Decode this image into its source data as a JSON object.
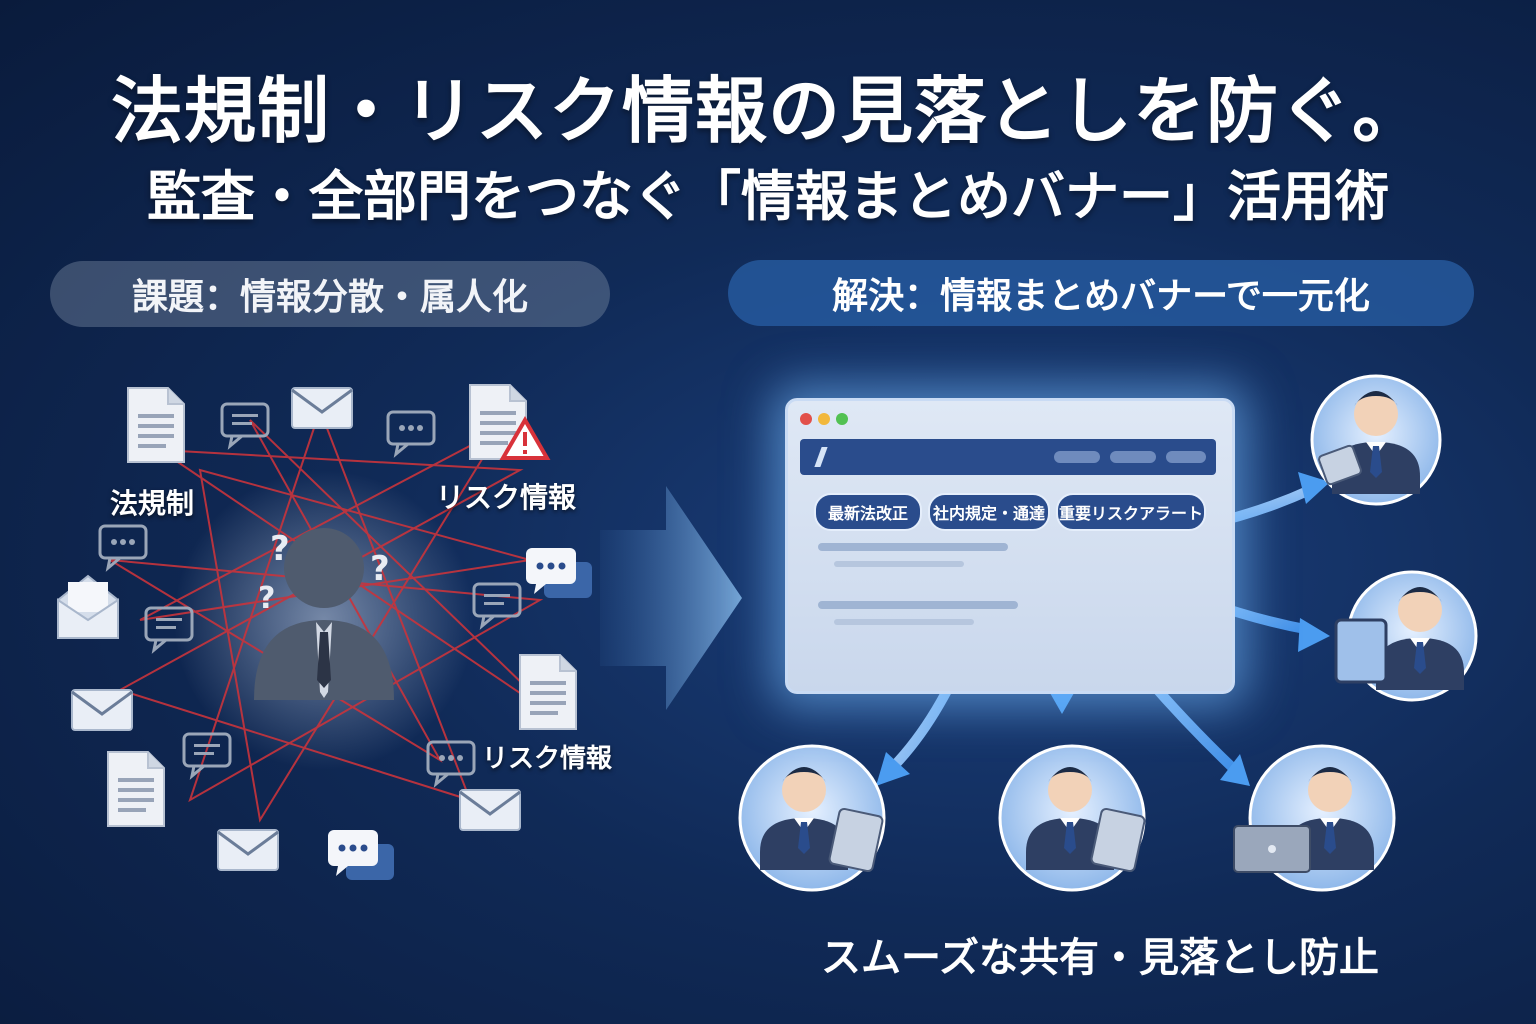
{
  "header": {
    "title": "法規制・リスク情報の見落としを防ぐ。",
    "subtitle": "監査・全部門をつなぐ「情報まとめバナー」活用術"
  },
  "left_panel": {
    "heading": "課題：情報分散・属人化",
    "labels": [
      "法規制",
      "リスク情報",
      "リスク情報"
    ]
  },
  "right_panel": {
    "heading": "解決：情報まとめバナーで一元化",
    "banner_tags": [
      "最新法改正",
      "社内規定・通達",
      "重要リスクアラート"
    ],
    "footer": "スムーズな共有・見落とし防止"
  },
  "colors": {
    "accent_blue": "#2a4c8c",
    "warning_red": "#d8323a",
    "glow": "#78befa"
  }
}
